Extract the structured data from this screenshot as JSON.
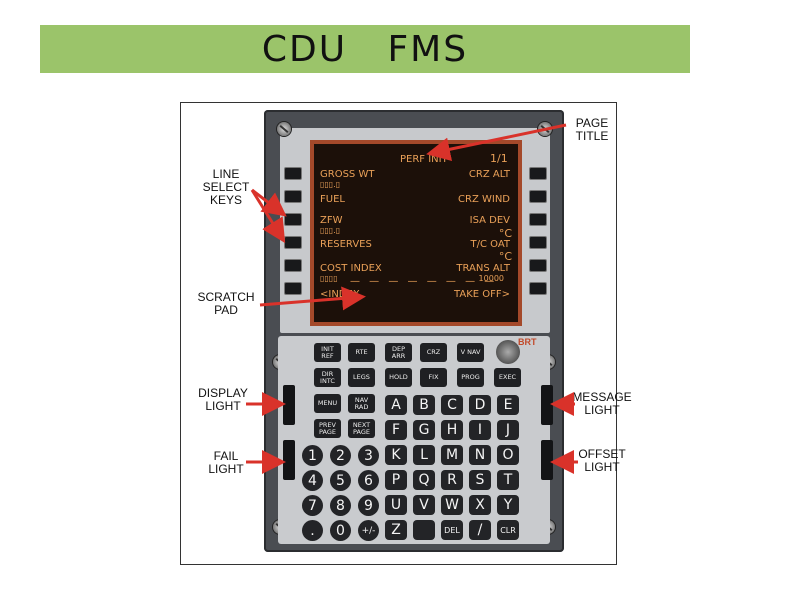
{
  "title": "CDU   FMS",
  "screen": {
    "page_title": "PERF INIT",
    "page_num": "1/1",
    "left": [
      "GROSS WT",
      "FUEL",
      "ZFW",
      "RESERVES",
      "COST INDEX",
      "<INDEX"
    ],
    "right": [
      "CRZ ALT",
      "CRZ WIND",
      "ISA DEV",
      "T/C OAT",
      "TRANS ALT",
      "TAKE OFF>"
    ],
    "degc": "°C",
    "trans_alt_value": "10000",
    "box_gross": "▯▯▯.▯",
    "box_zfw": "▯▯▯.▯",
    "box_cost": "▯▯▯▯"
  },
  "callouts": {
    "page_title": "PAGE\nTITLE",
    "line_select": "LINE\nSELECT\nKEYS",
    "scratch_pad": "SCRATCH\nPAD",
    "display_light": "DISPLAY\nLIGHT",
    "fail_light": "FAIL\nLIGHT",
    "message_light": "MESSAGE\nLIGHT",
    "offset_light": "OFFSET\nLIGHT"
  },
  "keys": {
    "function_row1": [
      "INIT\nREF",
      "RTE",
      "DEP\nARR",
      "CRZ",
      "V NAV"
    ],
    "function_row2": [
      "DIR\nINTC",
      "LEGS",
      "HOLD",
      "FIX",
      "PROG",
      "EXEC"
    ],
    "menu": [
      "MENU",
      "NAV\nRAD",
      "PREV\nPAGE",
      "NEXT\nPAGE"
    ],
    "letters": [
      [
        "A",
        "B",
        "C",
        "D",
        "E"
      ],
      [
        "F",
        "G",
        "H",
        "I",
        "J"
      ],
      [
        "K",
        "L",
        "M",
        "N",
        "O"
      ],
      [
        "P",
        "Q",
        "R",
        "S",
        "T"
      ],
      [
        "U",
        "V",
        "W",
        "X",
        "Y"
      ]
    ],
    "numbers": [
      [
        "1",
        "2",
        "3"
      ],
      [
        "4",
        "5",
        "6"
      ],
      [
        "7",
        "8",
        "9"
      ],
      [
        ".",
        "0",
        "+/-"
      ]
    ],
    "bottom": [
      "Z",
      "",
      "DEL",
      "/",
      "CLR"
    ],
    "brt": "BRT"
  },
  "colors": {
    "screen_text": "#e9a058",
    "title_bar": "#9bc46a",
    "arrow": "#d9322a"
  }
}
